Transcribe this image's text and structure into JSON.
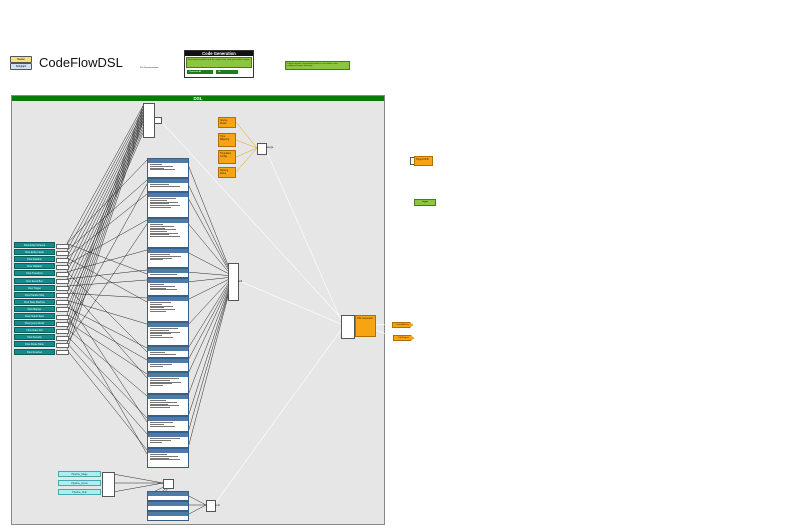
{
  "header": {
    "title": "CodeFlowDSL",
    "subtitle": "Pin Documentation",
    "legend_items": [
      "Header",
      "Subgraph"
    ]
  },
  "code_generation": {
    "title": "Code Generation",
    "description": "Generated template and file output from code generation engine",
    "buttons": [
      "Generate All",
      "Dir"
    ],
    "note": "Output location: Generated artifacts are written to the configured output directory"
  },
  "dsl": {
    "title": "DSL",
    "teal_nodes": [
      "Flow Entity Schema",
      "Flow Entity Fields",
      "Flow Relation",
      "Flow Validator",
      "Flow Transform",
      "Flow Event Bus",
      "Flow Trigger",
      "Flow Handler Map",
      "Flow State Machine",
      "Flow Mapper",
      "Flow Output Spec",
      "Flow Query Model",
      "Flow Index Def",
      "Flow Security",
      "Flow Route Table",
      "Flow Resolver"
    ],
    "cyan_nodes": [
      "Pipeline_Stage",
      "Pipeline_Inputs",
      "Pipeline_Sink"
    ],
    "orange_nodes": [
      "Source Model",
      "Type Mapping",
      "Templates Config",
      "Naming Rules"
    ],
    "gen_node": "DSL Generator",
    "right_orange": "Target ASTs",
    "outputs": [
      "Code Artifacts",
      "Diff Report"
    ],
    "green_node": "Logger",
    "merge_labels": [
      "fold",
      "merge",
      "emit"
    ]
  }
}
